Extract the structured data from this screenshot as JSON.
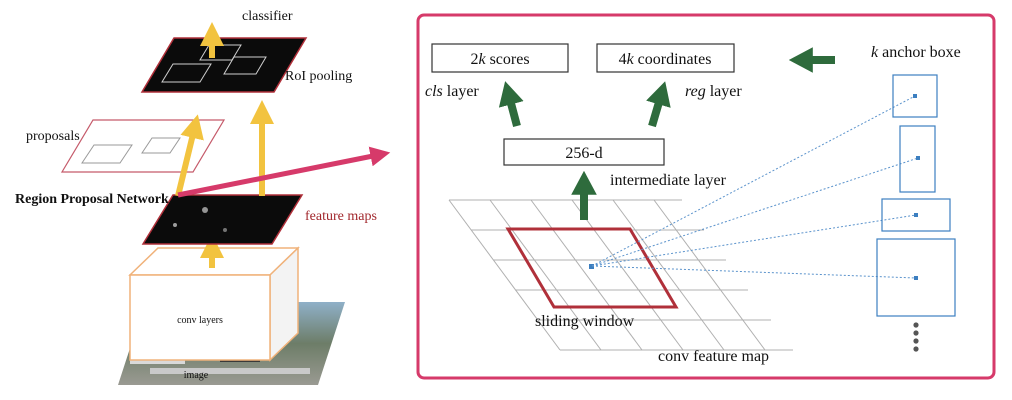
{
  "colors": {
    "highlight_border": "#d63a6a",
    "window_red": "#b0303a",
    "arrow_yellow": "#f2c33f",
    "arrow_green": "#2e6b3c",
    "anchor_blue": "#3c7fc0",
    "feature_label_red": "#a2282d",
    "dark_map": "#0b0b0b"
  },
  "left": {
    "classifier": "classifier",
    "roi_pooling": "RoI pooling",
    "proposals": "proposals",
    "rpn": "Region Proposal Network",
    "feature_maps": "feature maps",
    "conv_layers": "conv layers",
    "image": "image"
  },
  "right": {
    "scores": {
      "prefix": "2",
      "italic": "k",
      "rest": " scores"
    },
    "coordinates": {
      "prefix": "4",
      "italic": "k",
      "rest": " coordinates"
    },
    "cls_layer": {
      "italic": "cls",
      "rest": " layer"
    },
    "reg_layer": {
      "italic": "reg",
      "rest": " layer"
    },
    "intermediate_value": "256-d",
    "intermediate_layer": "intermediate layer",
    "sliding_window": "sliding window",
    "conv_feature_map": "conv feature map",
    "anchor_boxes": {
      "italic": "k",
      "rest": " anchor boxe"
    }
  },
  "icons": [
    "yellow-arrow",
    "green-arrow",
    "pink-arrow",
    "ellipsis-dots"
  ]
}
